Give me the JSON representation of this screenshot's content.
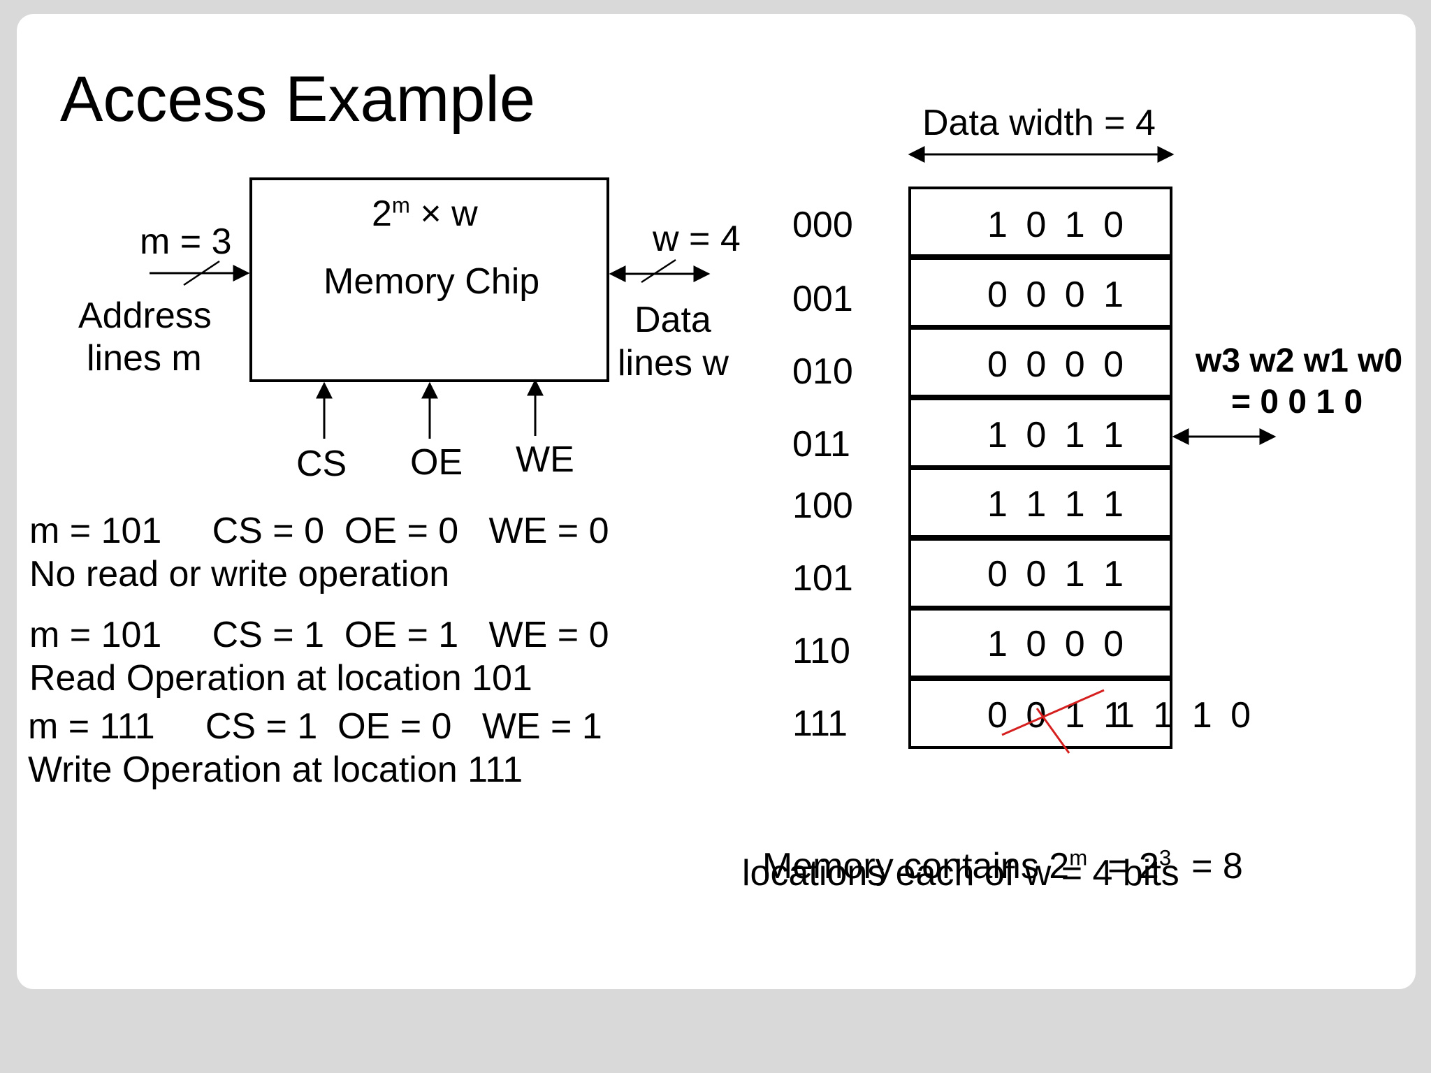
{
  "slide": {
    "title": "Access Example"
  },
  "chip": {
    "size_base": "2",
    "size_exp": "m",
    "size_rest": " × w",
    "label": "Memory Chip",
    "address_count": "m = 3",
    "address_label_1": "Address",
    "address_label_2": "lines m",
    "data_count": "w = 4",
    "data_label_1": "Data",
    "data_label_2": "lines w",
    "control_cs": "CS",
    "control_oe": "OE",
    "control_we": "WE"
  },
  "examples": [
    {
      "signals": "m = 101     CS = 0  OE = 0   WE = 0",
      "description": "No read or write operation"
    },
    {
      "signals": "m = 101     CS = 1  OE = 1   WE = 0",
      "description": "Read Operation at location 101"
    },
    {
      "signals": "m = 111     CS = 1  OE = 0   WE = 1",
      "description": "Write Operation at location 111"
    }
  ],
  "memory": {
    "width_label": "Data width = 4",
    "rows": [
      {
        "address": "000",
        "value": "1 0 1 0"
      },
      {
        "address": "001",
        "value": "0 0 0 1"
      },
      {
        "address": "010",
        "value": "0 0 0 0"
      },
      {
        "address": "011",
        "value": "1 0 1 1"
      },
      {
        "address": "100",
        "value": "1 1 1 1"
      },
      {
        "address": "101",
        "value": "0 0 1 1"
      },
      {
        "address": "110",
        "value": "1 0 0 0"
      },
      {
        "address": "111",
        "value": "0 0 1 1"
      }
    ],
    "written_value": "1 1 1 0",
    "word_bits_label": "w3 w2 w1 w0",
    "word_value_label": "= 0 0 1 0"
  },
  "summary": {
    "line1_a": "Memory contains 2",
    "line1_exp1": "m",
    "line1_b": "  = 2",
    "line1_exp2": "3",
    "line1_c": "  = 8",
    "line2": "locations each of w = 4 bits"
  },
  "colors": {
    "background": "#d9d9d9",
    "slide": "#ffffff",
    "strike": "#d62020"
  }
}
